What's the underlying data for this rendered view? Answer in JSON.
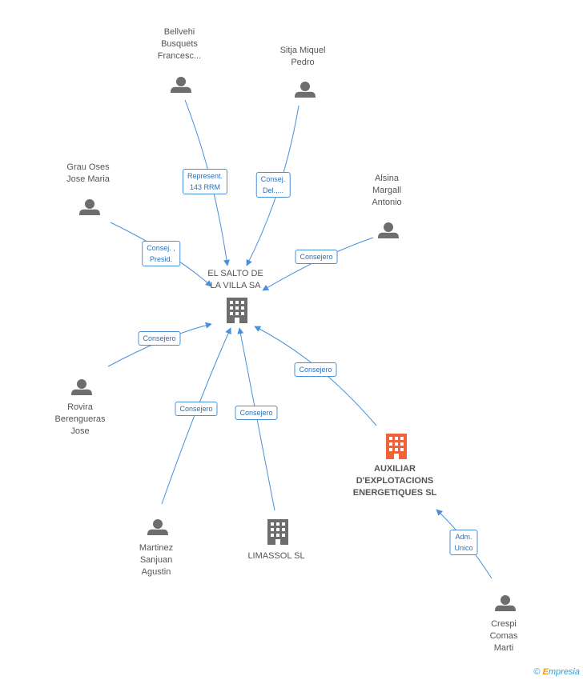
{
  "colors": {
    "edge": "#4a90d9",
    "person": "#6d6d6d",
    "building": "#6d6d6d",
    "highlight": "#f0623a"
  },
  "nodes": {
    "salto": {
      "label": "EL SALTO DE\nLA VILLA SA",
      "kind": "building"
    },
    "bellvehi": {
      "label": "Bellvehi\nBusquets\nFrancesc...",
      "kind": "person"
    },
    "sitja": {
      "label": "Sitja Miquel\nPedro",
      "kind": "person"
    },
    "grau": {
      "label": "Grau Oses\nJose Maria",
      "kind": "person"
    },
    "alsina": {
      "label": "Alsina\nMargall\nAntonio",
      "kind": "person"
    },
    "rovira": {
      "label": "Rovira\nBerengueras\nJose",
      "kind": "person"
    },
    "martinez": {
      "label": "Martinez\nSanjuan\nAgustin",
      "kind": "person"
    },
    "limassol": {
      "label": "LIMASSOL SL",
      "kind": "building"
    },
    "auxiliar": {
      "label": "AUXILIAR\nD'EXPLOTACIONS\nENERGETIQUES SL",
      "kind": "building-highlight"
    },
    "crespi": {
      "label": "Crespi\nComas\nMarti",
      "kind": "person"
    }
  },
  "edges": {
    "bellvehi": "Represent.\n143 RRM",
    "sitja": "Consej.\nDel.,...",
    "grau": "Consej. ,\nPresid.",
    "alsina": "Consejero",
    "rovira": "Consejero",
    "martinez": "Consejero",
    "limassol": "Consejero",
    "auxiliar": "Consejero",
    "crespi": "Adm.\nUnico"
  },
  "brand": {
    "copyright": "©",
    "e": "E",
    "rest": "mpresia"
  }
}
